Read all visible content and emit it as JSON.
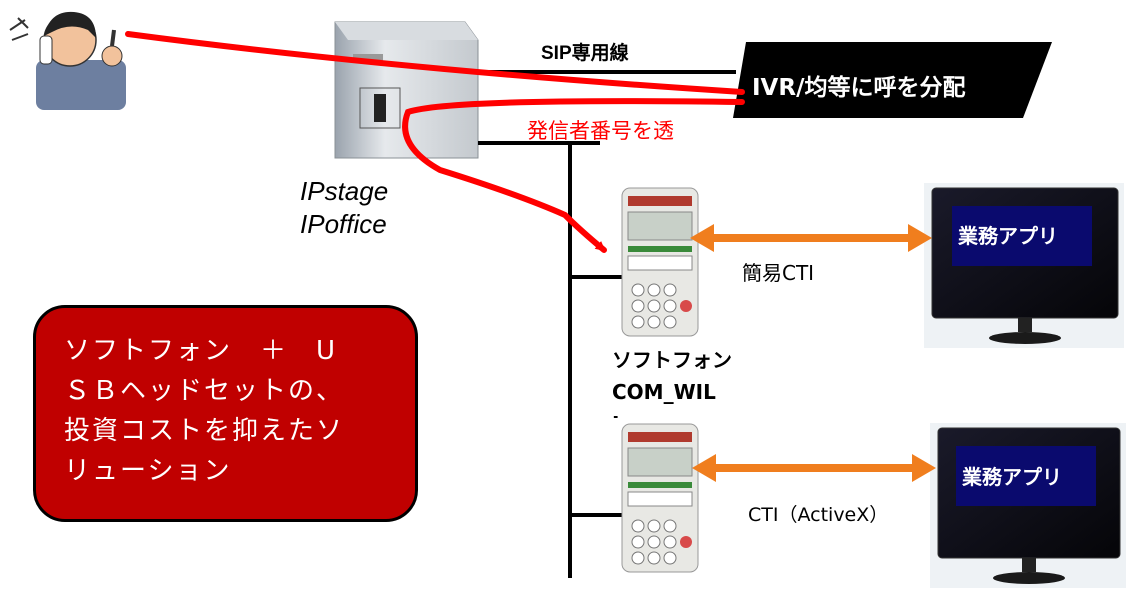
{
  "labels": {
    "sip_line": "SIP専用線",
    "ivr": "IVR/均等に呼を分配",
    "caller_id": "発信者番号を透",
    "ip_products": [
      "IPstage",
      "IPoffice"
    ],
    "simple_cti": "簡易CTI",
    "cti_activex": "CTI（ActiveX）",
    "softphone": [
      "ソフトフォン",
      "COM_WIL",
      "L"
    ],
    "business_app_1": "業務アプリ",
    "business_app_2": "業務アプリ"
  },
  "callout": {
    "lines": [
      "ソフトフォン　＋　U",
      "ＳＢヘッドセットの、",
      "投資コストを抑えたソ",
      "リューション"
    ]
  },
  "colors": {
    "call_path": "#ff0000",
    "cti_arrow": "#f07e1e",
    "ivr_box": "#000000",
    "callout_fill": "#c00000",
    "app_screen": "#0a0a6e"
  },
  "icons": [
    "caller-person-icon",
    "pbx-server-icon",
    "softphone-icon",
    "monitor-icon"
  ]
}
